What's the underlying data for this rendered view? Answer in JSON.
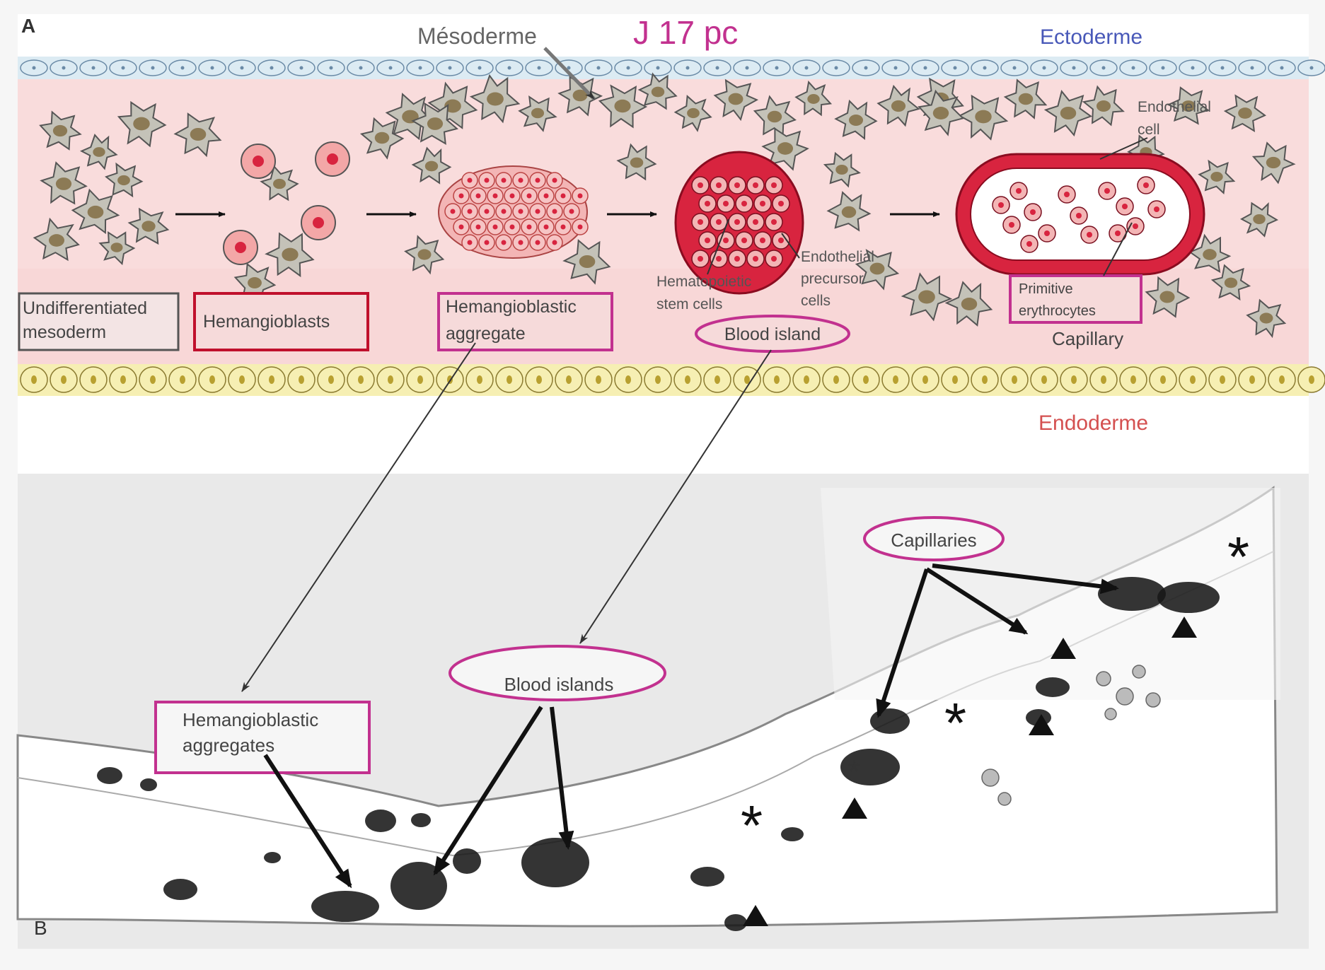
{
  "panel_a": {
    "panel_label": "A",
    "title": "J 17 pc",
    "mesoderm_label": "Mésoderme",
    "ectoderm_label": "Ectoderme",
    "endoderm_label": "Endoderme",
    "stages": {
      "undifferentiated": [
        "Undifferentiated",
        "mesoderm"
      ],
      "hemangioblasts": "Hemangioblasts",
      "aggregate": [
        "Hemangioblastic",
        "aggregate"
      ],
      "hsc": [
        "Hematopoietic",
        "stem cells"
      ],
      "endo_precursor": [
        "Endothelial",
        "precursor",
        "cells"
      ],
      "blood_island": "Blood island",
      "endothelial_cell": [
        "Endothelial",
        "cell"
      ],
      "primitive_erythrocytes": [
        "Primitive",
        "erythrocytes"
      ],
      "capillary": "Capillary"
    }
  },
  "panel_b": {
    "panel_label": "B",
    "capillaries": "Capillaries",
    "blood_islands": "Blood islands",
    "aggregates": [
      "Hemangioblastic",
      "aggregates"
    ],
    "asterisk": "*"
  },
  "colors": {
    "mesoderm_bg": "#f9dcdc",
    "ectoderm": "#dcebf3",
    "endoderm": "#f6efb3",
    "magenta": "#c2318f",
    "dark_red": "#c0102c",
    "blood_red": "#d8243f",
    "cell_fill": "#c4c2b8",
    "nucleus": "#8c7a55"
  }
}
